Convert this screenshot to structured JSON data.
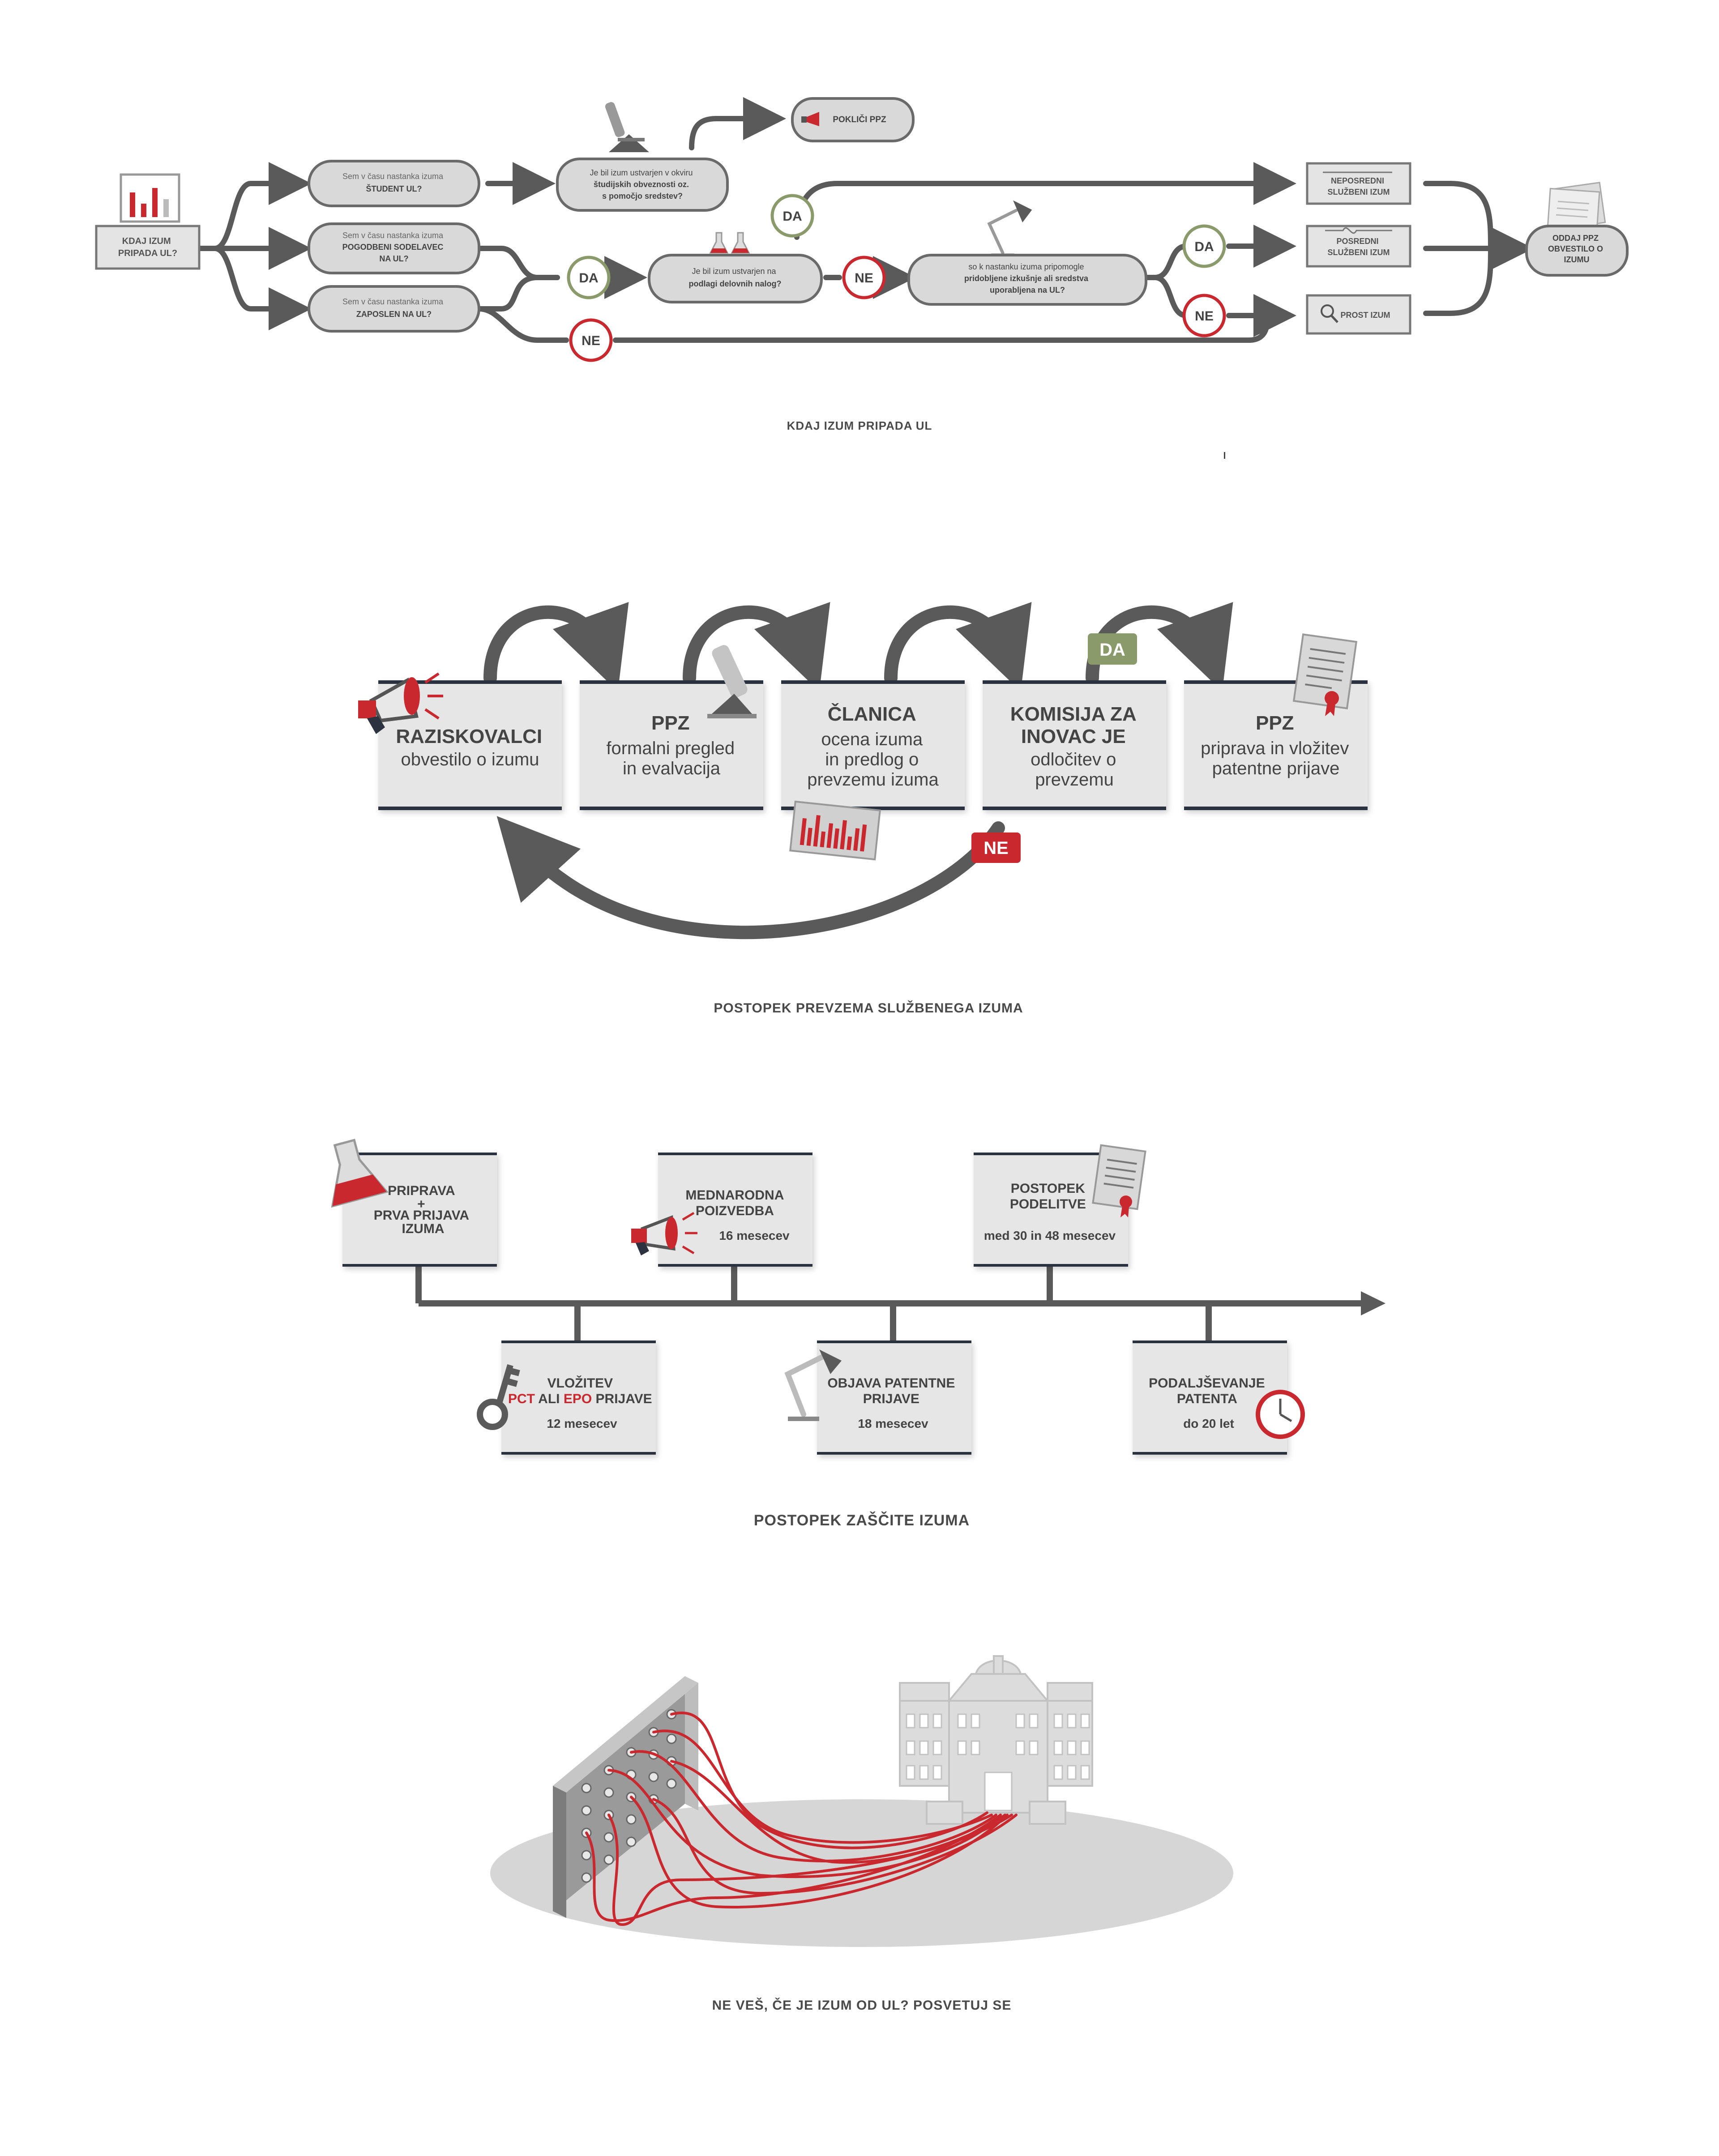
{
  "flowchart1": {
    "start": [
      "KDAJ IZUM",
      "PRIPADA UL?"
    ],
    "student": [
      "Sem v času nastanka izuma",
      "ŠTUDENT UL?"
    ],
    "pogodbeni": [
      "Sem v času nastanka izuma",
      "POGODBENI SODELAVEC",
      "NA UL?"
    ],
    "zaposlen": [
      "Sem v času nastanka izuma",
      "ZAPOSLEN NA UL?"
    ],
    "studijske": [
      "Je bil izum ustvarjen v okviru",
      "študijskih obveznosti oz.",
      "s pomočjo sredstev?"
    ],
    "poklici": "POKLIČI PPZ",
    "delovni": [
      "Je bil izum ustvarjen na",
      "podlagi delovnih nalog?"
    ],
    "izkusnje": [
      "so k nastanku izuma pripomogle",
      "pridobljene izkušnje ali sredstva",
      "uporabljena na UL?"
    ],
    "neposredni": [
      "NEPOSREDNI",
      "SLUŽBENI IZUM"
    ],
    "posredni": [
      "POSREDNI",
      "SLUŽBENI IZUM"
    ],
    "prost": "PROST IZUM",
    "oddaj": [
      "ODDAJ PPZ",
      "OBVESTILO O",
      "IZUMU"
    ],
    "da": "DA",
    "ne": "NE",
    "caption": "KDAJ IZUM PRIPADA UL"
  },
  "flowchart2": {
    "boxes": [
      {
        "title": "RAZISKOVALCI",
        "lines": [
          "obvestilo o izumu"
        ]
      },
      {
        "title": "PPZ",
        "lines": [
          "formalni pregled",
          "in evalvacija"
        ]
      },
      {
        "title": "ČLANICA",
        "lines": [
          "ocena izuma",
          "in predlog o",
          "prevzemu izuma"
        ]
      },
      {
        "title": "KOMISIJA ZA",
        "title2": "INOVAC JE",
        "lines": [
          "odločitev o",
          "prevzemu"
        ]
      },
      {
        "title": "PPZ",
        "lines": [
          "priprava in vložitev",
          "patentne prijave"
        ]
      }
    ],
    "da": "DA",
    "ne": "NE",
    "caption": "POSTOPEK PREVZEMA SLUŽBENEGA IZUMA"
  },
  "timeline": {
    "top": [
      {
        "lines": [
          "PRIPRAVA",
          "+",
          "PRVA PRIJAVA",
          "IZUMA"
        ],
        "time": ""
      },
      {
        "lines": [
          "MEDNARODNA",
          "POIZVEDBA"
        ],
        "time": "16 mesecev"
      },
      {
        "lines": [
          "POSTOPEK",
          "PODELITVE"
        ],
        "time": "med 30 in 48 mesecev"
      }
    ],
    "bottom": [
      {
        "lines": [
          "VLOŽITEV"
        ],
        "pct": "PCT",
        "ali": " ALI ",
        "epo": "EPO",
        "prijave": " PRIJAVE",
        "time": "12 mesecev"
      },
      {
        "lines": [
          "OBJAVA PATENTNE",
          "PRIJAVE"
        ],
        "time": "18 mesecev"
      },
      {
        "lines": [
          "PODALJŠEVANJE",
          "PATENTA"
        ],
        "time": "do 20 let"
      }
    ],
    "caption": "POSTOPEK ZAŠČITE IZUMA"
  },
  "closing": {
    "caption": "NE VEŠ, ČE JE IZUM OD UL? POSVETUJ SE"
  },
  "colors": {
    "red": "#c8282e",
    "green": "#8a9a6a",
    "gray": "#5a5a5a",
    "box": "#e4e4e4",
    "navy": "#2c3240"
  }
}
